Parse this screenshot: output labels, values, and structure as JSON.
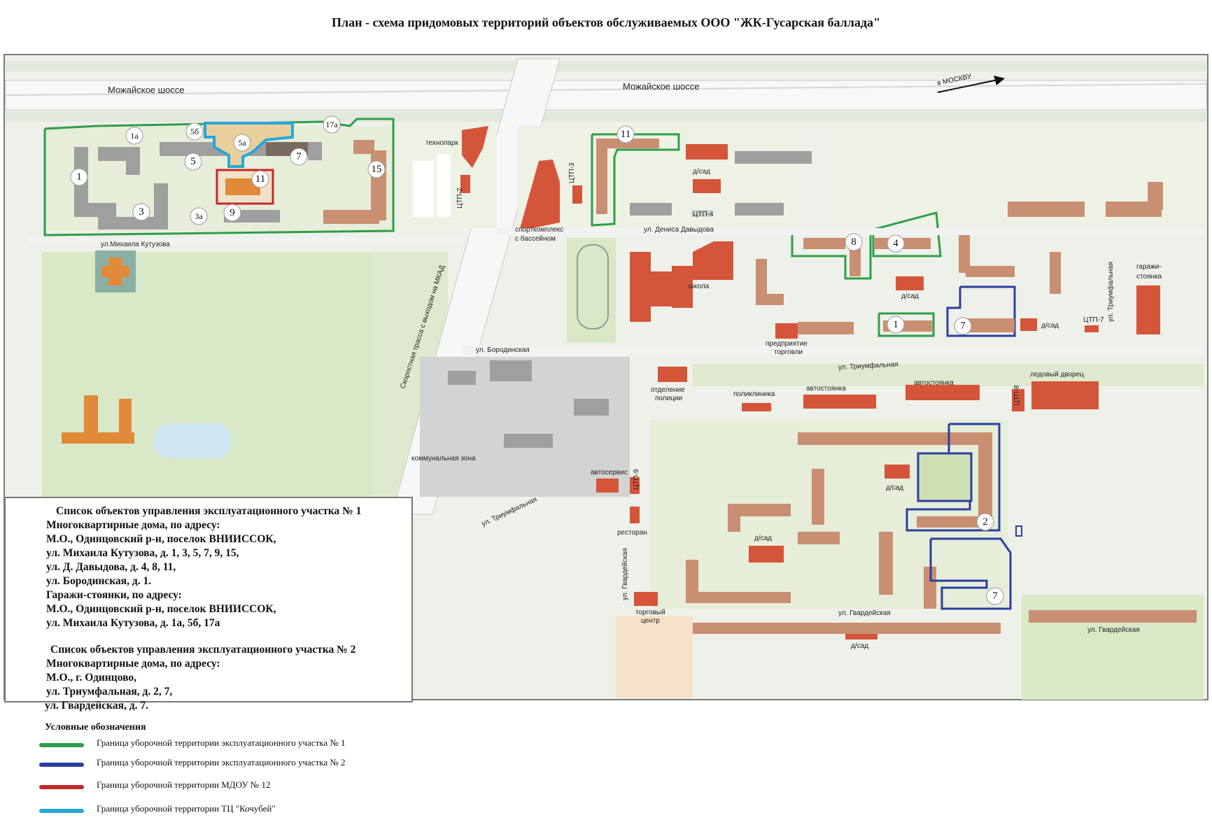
{
  "title": "План - схема придомовых территорий объектов обслуживаемых ООО \"ЖК-Гусарская баллада\"",
  "colors": {
    "zone1": "#2e9e48",
    "zone2": "#2c3f9e",
    "mdou": "#c62828",
    "tc": "#29a6d6",
    "building_red": "#d4553a",
    "building_brown": "#c98f73",
    "building_orange": "#e08a3a",
    "parkland": "#d9e8c6",
    "road": "#f2f2f2"
  },
  "roads": {
    "mozhaisk_west": "Можайское шоссе",
    "mozhaisk_east": "Можайское шоссе",
    "to_moscow": "в МОСКВУ",
    "kutuzova": "ул.Михаила Кутузова",
    "expressway": "Скоростная трасса с выходом на МКАД",
    "davydova": "ул. Дениса Давыдова",
    "borodinskaya": "ул. Бородинская",
    "triumfalnaya_mid": "ул. Триумфальная",
    "triumfalnaya_east": "ул. Триумфальная",
    "triumfalnaya_south": "ул. Триумфальная",
    "gvardeyskaya_west": "ул. Гвардейская",
    "gvardeyskaya_mid": "ул. Гвардейская",
    "gvardeyskaya_east": "ул. Гвардейская"
  },
  "places": {
    "technopark": "технопарк",
    "ctp2": "ЦТП-2",
    "ctp3": "ЦТП-3",
    "ctp4": "ЦТП-4",
    "ctp7": "ЦТП-7",
    "ctp8": "ЦТП-8",
    "ctp9": "ЦТП-9",
    "sportcomplex": "спорткомплекс\nс бассейном",
    "school": "школа",
    "kindergarten": "д/сад",
    "trade_enterprise": "предприятие\nторговли",
    "garage_parking": "гаражи-\nстоянка",
    "police": "отделение\nполиции",
    "clinic": "поликлиника",
    "parking": "автостоянка",
    "ice_palace": "ледовый дворец",
    "communal_zone": "коммунальная зона",
    "autoservice": "автосервис",
    "restaurant": "ресторан",
    "mall": "торговый\nцентр"
  },
  "house_numbers": {
    "h1a": "1а",
    "h5b": "5б",
    "h17a": "17а",
    "h5a": "5а",
    "h1": "1",
    "h5": "5",
    "h7": "7",
    "h15": "15",
    "h11": "11",
    "h3": "3",
    "h3a": "3а",
    "h9": "9",
    "h11b": "11",
    "h8": "8",
    "h4": "4",
    "h1b": "1",
    "h7b": "7",
    "h2": "2",
    "h7c": "7"
  },
  "info": {
    "zone1_heading": "Список объектов управления эксплуатационного участка № 1",
    "zone1_line1": "Многоквартирные дома, по адресу:",
    "zone1_line2": "М.О., Одинцовский р-н, поселок ВНИИССОК,",
    "zone1_line3": "ул. Михаила Кутузова, д. 1, 3, 5, 7, 9, 15,",
    "zone1_line4": "ул. Д. Давыдова, д. 4, 8, 11,",
    "zone1_line5": "ул. Бородинская, д. 1.",
    "zone1_line6": "Гаражи-стоянки, по адресу:",
    "zone1_line7": "М.О., Одинцовский р-н, поселок ВНИИССОК,",
    "zone1_line8": "ул. Михаила Кутузова, д. 1а, 5б, 17а",
    "zone2_heading": "Список объектов управления эксплуатационного участка № 2",
    "zone2_line1": "Многоквартирные дома, по адресу:",
    "zone2_line2": "М.О., г. Одинцово,",
    "zone2_line3": "ул. Триумфальная, д. 2, 7,",
    "zone2_line4": "ул. Гвардейская, д. 7."
  },
  "legend": {
    "title": "Условные обозначения",
    "items": [
      {
        "label": "Граница уборочной территории эксплуатационного участка № 1",
        "color": "#2e9e48"
      },
      {
        "label": "Граница уборочной территории эксплуатационного участка № 2",
        "color": "#2c3f9e"
      },
      {
        "label": "Граница уборочной территории МДОУ № 12",
        "color": "#c62828"
      },
      {
        "label": "Граница уборочной территории ТЦ \"Кочубей\"",
        "color": "#29a6d6"
      }
    ]
  }
}
